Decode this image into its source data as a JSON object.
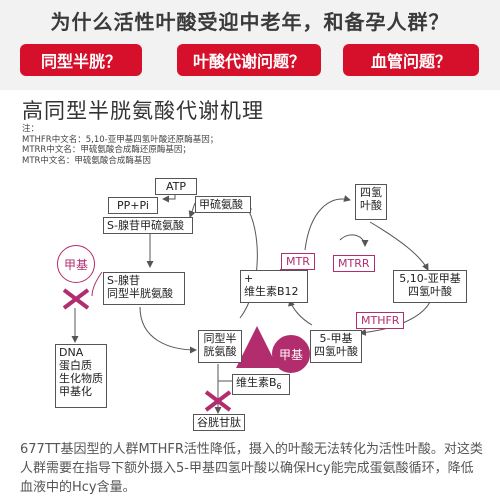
{
  "header": {
    "headline": "为什么活性叶酸受迎中老年，和备孕人群？",
    "pills": [
      "同型半胱？",
      "叶酸代谢问题？",
      "血管问题？"
    ]
  },
  "diagram": {
    "title": "高同型半胱氨酸代谢机理",
    "notes": [
      "注：",
      "MTHFR中文名：5,10-亚甲基四氢叶酸还原酶基因；",
      "MTRR中文名：甲硫氨酸合成酶还原酶基因；",
      "MTR中文名：甲硫氨酸合成酶基因"
    ],
    "nodes": {
      "atp": "ATP",
      "pp_pi": "PP+Pi",
      "methionine": "甲硫氨酸",
      "sam": "S-腺苷甲硫氨酸",
      "sah_line1": "S-腺苷",
      "sah_line2": "同型半胱氨酸",
      "dna": [
        "DNA",
        "蛋白质",
        "生化物质",
        "甲基化"
      ],
      "homocysteine_line1": "同型半",
      "homocysteine_line2": "胱氨酸",
      "b12_line1": "+",
      "b12_line2": "维生素B12",
      "thf_line1": "四氢",
      "thf_line2": "叶酸",
      "methylene_line1": "5,10-亚甲基",
      "methylene_line2": "四氢叶酸",
      "methyl_thf_line1": "5-甲基",
      "methyl_thf_line2": "四氢叶酸",
      "b6_base": "维生素B",
      "b6_sub": "6",
      "glutathione": "谷胱甘肽"
    },
    "enzymes": {
      "mtr": "MTR",
      "mtrr": "MTRR",
      "mthfr": "MTHFR"
    },
    "methyl_labels": {
      "left": "甲基",
      "right": "甲基"
    }
  },
  "footer": {
    "text": "677TT基因型的人群MTHFR活性降低，摄入的叶酸无法转化为活性叶酸。对这类人群需要在指导下额外摄入5-甲基四氢叶酸以确保Hcy能完成蛋氨酸循环，降低血液中的Hcy含量。"
  },
  "colors": {
    "accent_red": "#d6102a",
    "magenta": "#b22d6e",
    "header_bg": "#f2f2f2"
  }
}
